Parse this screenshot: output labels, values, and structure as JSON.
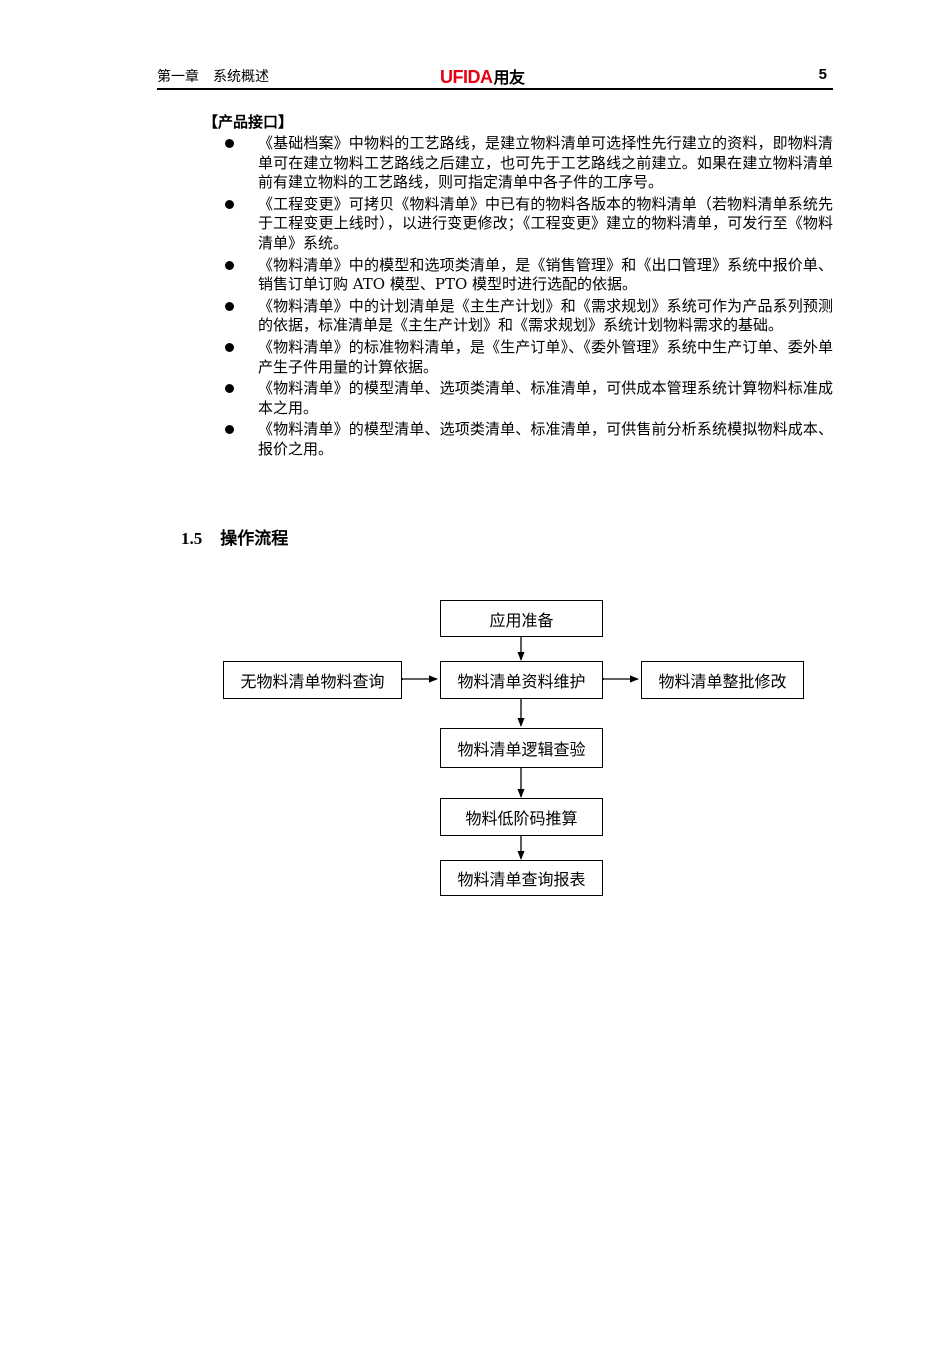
{
  "header": {
    "chapter": "第一章　系统概述",
    "logo_brand": "UFIDA",
    "logo_cn": "用友",
    "page_number": "5"
  },
  "product_interface": {
    "heading": "【产品接口】",
    "items": [
      "《基础档案》中物料的工艺路线，是建立物料清单可选择性先行建立的资料，即物料清单可在建立物料工艺路线之后建立，也可先于工艺路线之前建立。如果在建立物料清单前有建立物料的工艺路线，则可指定清单中各子件的工序号。",
      "《工程变更》可拷贝《物料清单》中已有的物料各版本的物料清单（若物料清单系统先于工程变更上线时），以进行变更修改；《工程变更》建立的物料清单，可发行至《物料清单》系统。",
      "《物料清单》中的模型和选项类清单，是《销售管理》和《出口管理》系统中报价单、销售订单订购 ATO 模型、PTO 模型时进行选配的依据。",
      "《物料清单》中的计划清单是《主生产计划》和《需求规划》系统可作为产品系列预测的依据，标准清单是《主生产计划》和《需求规划》系统计划物料需求的基础。",
      "《物料清单》的标准物料清单，是《生产订单》、《委外管理》系统中生产订单、委外单产生子件用量的计算依据。",
      "《物料清单》的模型清单、选项类清单、标准清单，可供成本管理系统计算物料标准成本之用。",
      "《物料清单》的模型清单、选项类清单、标准清单，可供售前分析系统模拟物料成本、报价之用。"
    ]
  },
  "section": {
    "number": "1.5",
    "title": "操作流程"
  },
  "flowchart": {
    "prepare": "应用准备",
    "maintain": "物料清单资料维护",
    "query_no_bom": "无物料清单物料查询",
    "batch_modify": "物料清单整批修改",
    "logic_check": "物料清单逻辑查验",
    "low_level_code": "物料低阶码推算",
    "report": "物料清单查询报表"
  }
}
